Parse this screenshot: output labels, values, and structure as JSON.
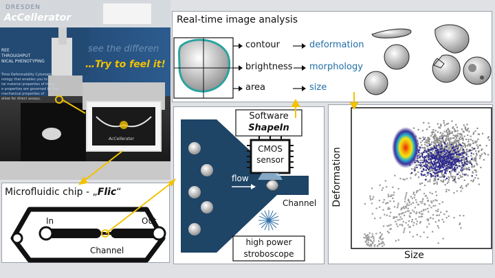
{
  "photo": {
    "brand": "DRESDEN",
    "product": "AcCellerator",
    "slogan1": "see the differen",
    "slogan2": "…Try to feel it!",
    "side_lines": [
      "REE",
      "THROUGHPUT",
      "NICAL PHENOTYPING"
    ],
    "body_lines": [
      "Time Deformability Cytometry",
      "nology that enables you to",
      "tal material properties of living",
      "e properties are governed by the",
      "mechanical properties of",
      "allow for direct assays."
    ],
    "chip_label": "AcCellerator"
  },
  "analysis": {
    "title": "Real-time image analysis",
    "rows": [
      {
        "feature": "contour",
        "result": "deformation"
      },
      {
        "feature": "brightness",
        "result": "morphology"
      },
      {
        "feature": "area",
        "result": "size"
      }
    ]
  },
  "chip": {
    "title_prefix": "Microfluidic chip - „",
    "title_name": "Flic",
    "title_suffix": "“",
    "in_label": "In",
    "out_label": "Out",
    "channel_label": "Channel"
  },
  "setup": {
    "software_line1": "Software",
    "software_line2": "ShapeIn",
    "sensor_line1": "CMOS",
    "sensor_line2": "sensor",
    "flow_label": "flow",
    "channel_label": "Channel",
    "strobe_line1": "high power",
    "strobe_line2": "stroboscope"
  },
  "scatter": {
    "xlabel": "Size",
    "ylabel": "Deformation"
  },
  "colors": {
    "accent_teal": "#2aa3a0",
    "result_blue": "#1f6ea5",
    "arrow_yellow": "#f2c200",
    "channel_navy": "#1e4466"
  }
}
